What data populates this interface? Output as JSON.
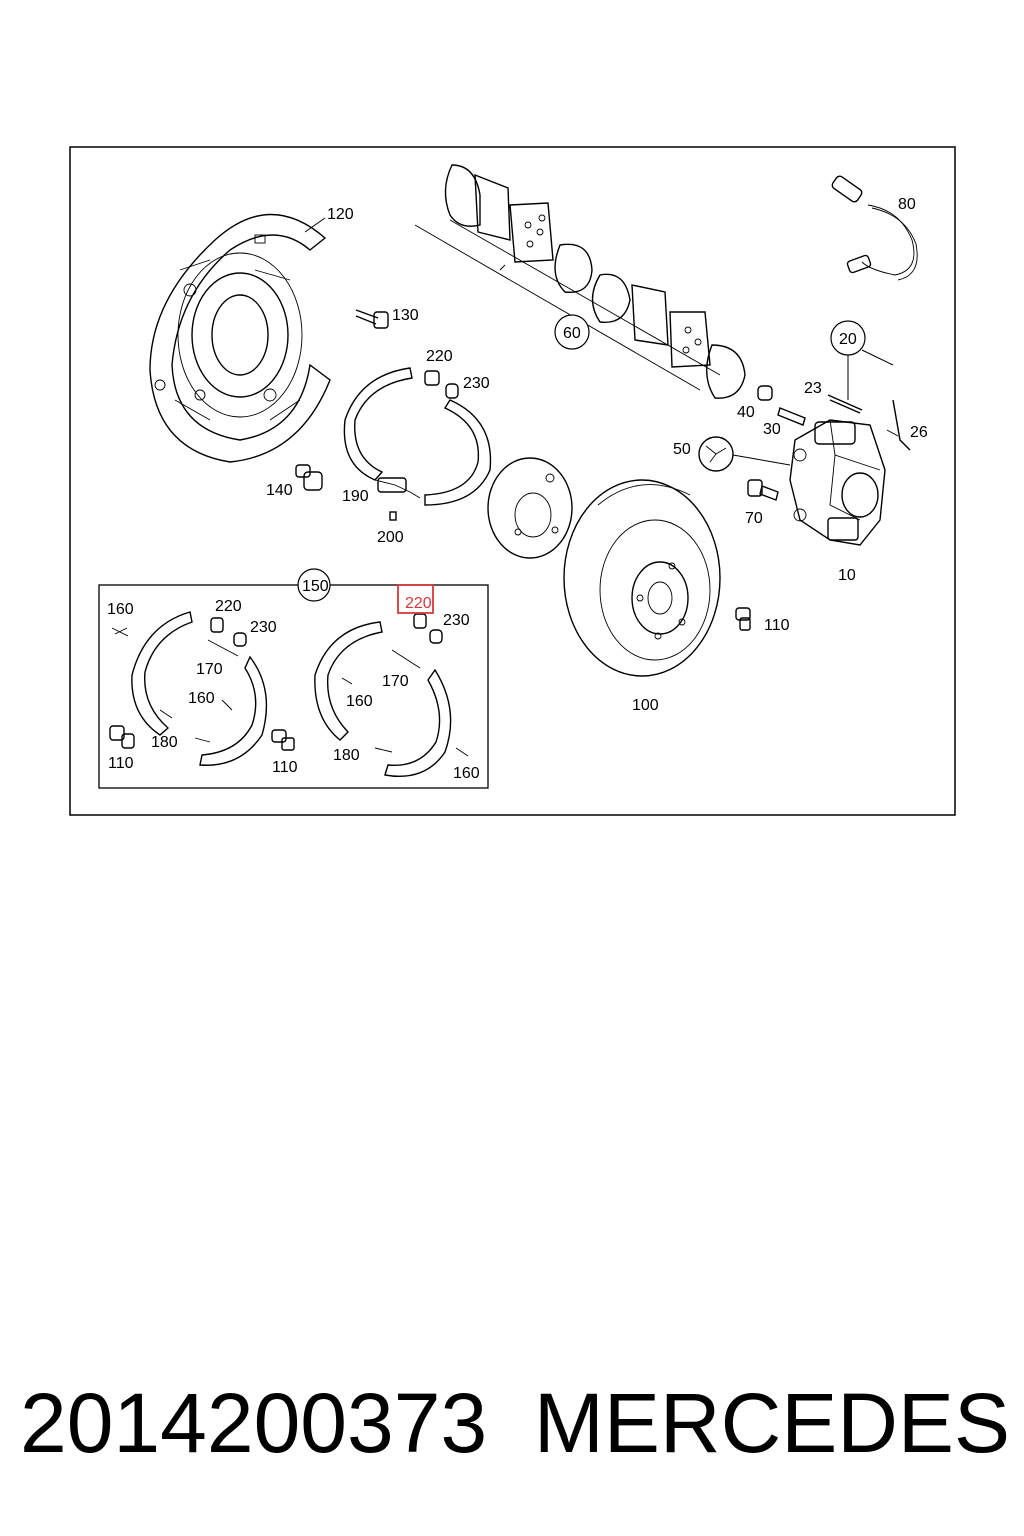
{
  "diagram": {
    "callouts": {
      "c120": "120",
      "c130": "130",
      "c140": "140",
      "c190": "190",
      "c200": "200",
      "c220a": "220",
      "c230a": "230",
      "c60": "60",
      "c80": "80",
      "c20": "20",
      "c23": "23",
      "c26": "26",
      "c40": "40",
      "c30": "30",
      "c50": "50",
      "c70": "70",
      "c10": "10",
      "c110a": "110",
      "c100": "100",
      "c150": "150",
      "c160a": "160",
      "c220b": "220",
      "c230b": "230",
      "c170a": "170",
      "c160b": "160",
      "c180a": "180",
      "c110b": "110",
      "c110c": "110",
      "c220c": "220",
      "c230c": "230",
      "c170b": "170",
      "c160c": "160",
      "c180b": "180",
      "c160d": "160"
    },
    "highlighted_callout": "220",
    "highlight_color": "#d23a3a"
  },
  "footer": {
    "part_number": "2014200373",
    "brand": "MERCEDES"
  }
}
